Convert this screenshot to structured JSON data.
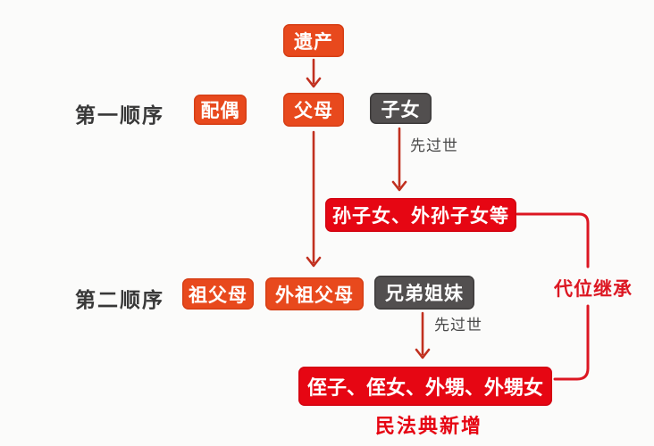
{
  "colors": {
    "background": "#fbfbfa",
    "orange_box": "#e8491d",
    "red_box": "#e60613",
    "gray_box": "#524f4f",
    "arrow": "#c1301f",
    "bracket": "#dc1722",
    "tier_label_text": "#383838",
    "note_text": "#4a4a4a"
  },
  "diagram": {
    "estate": "遗产",
    "tier1": {
      "label": "第一顺序",
      "spouse": "配偶",
      "parents": "父母",
      "children": "子女",
      "predecease_note": "先过世"
    },
    "grandchildren": "孙子女、外孙子女等",
    "tier2": {
      "label": "第二顺序",
      "paternal_grandparents": "祖父母",
      "maternal_grandparents": "外祖父母",
      "siblings": "兄弟姐妹",
      "predecease_note": "先过世"
    },
    "nephews_nieces": "侄子、侄女、外甥、外甥女",
    "civil_code_note": "民法典新增",
    "subrogation": "代位继承"
  }
}
